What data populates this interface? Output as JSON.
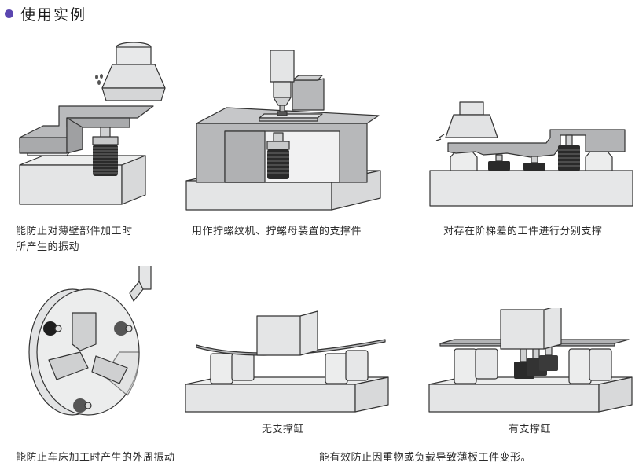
{
  "section": {
    "title": "使用实例",
    "bullet_color": "#5b46b0"
  },
  "examples": [
    {
      "caption_line1": "能防止对薄壁部件加工时",
      "caption_line2": "所产生的振动"
    },
    {
      "caption": "用作拧螺纹机、拧螺母装置的支撑件"
    },
    {
      "caption": "对存在阶梯差的工件进行分别支撑"
    },
    {
      "caption": "能防止车床加工时产生的外周振动"
    },
    {
      "label_without": "无支撑缸",
      "label_with": "有支撑缸",
      "caption": "能有效防止因重物或负载导致薄板工件变形。"
    }
  ],
  "colors": {
    "light_gray": "#e6e7e8",
    "mid_gray": "#b3b4b6",
    "dark": "#2b2b2b"
  }
}
